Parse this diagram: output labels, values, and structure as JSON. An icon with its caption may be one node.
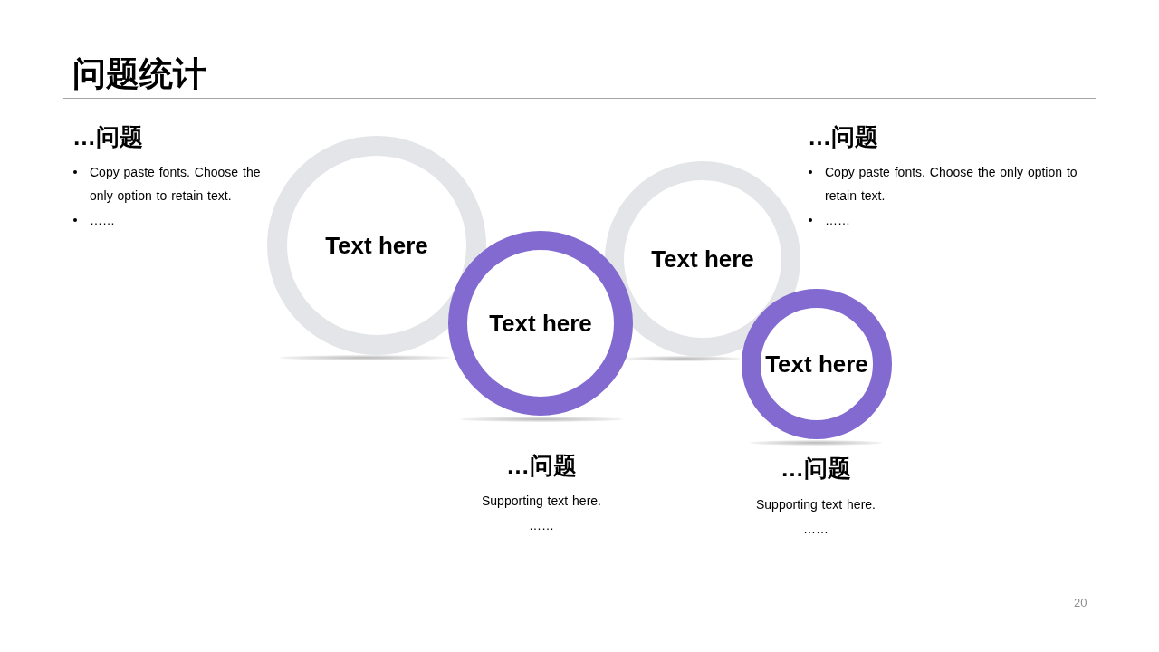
{
  "diagram": {
    "title": "问题统计",
    "nodes": [
      {
        "text": [
          "Text here"
        ]
      },
      {
        "text": [
          "Text here"
        ]
      },
      {
        "text": [
          "Text here"
        ]
      },
      {
        "text": [
          "Text here"
        ]
      }
    ],
    "edges": [],
    "labels": [
      "…问题",
      "Copy paste fonts. Choose the only option to retain text.",
      "……",
      "…问题",
      "Copy paste fonts. Choose the only option to retain text.",
      "……",
      "…问题",
      "Supporting text here.",
      "……",
      "…问题",
      "Supporting text here.",
      "……",
      "20"
    ]
  }
}
